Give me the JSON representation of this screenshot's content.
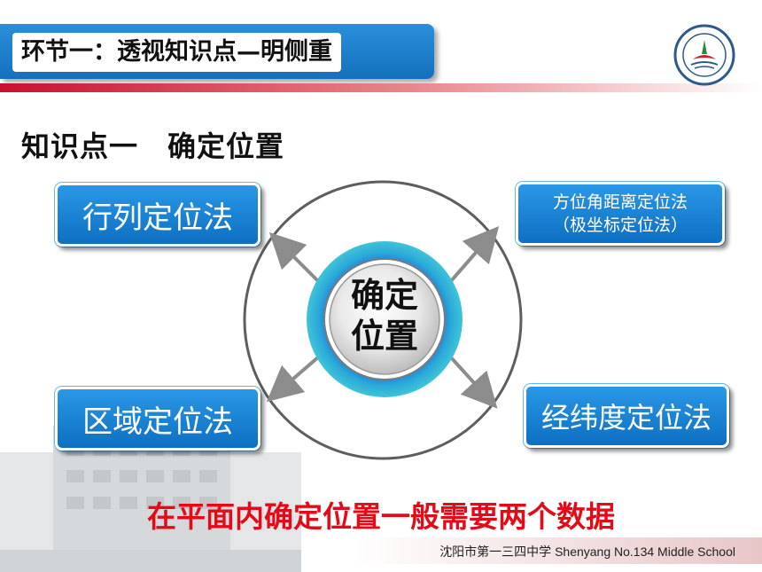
{
  "header": {
    "title": "环节一：透视知识点—明侧重"
  },
  "section": {
    "title": "知识点一　确定位置"
  },
  "diagram": {
    "center_line1": "确定",
    "center_line2": "位置",
    "methods": {
      "top_left": "行列定位法",
      "top_right_line1": "方位角距离定位法",
      "top_right_line2": "（极坐标定位法）",
      "bottom_left": "区域定位法",
      "bottom_right": "经纬度定位法"
    }
  },
  "conclusion": "在平面内确定位置一般需要两个数据",
  "footer": {
    "school": "沈阳市第一三四中学 Shenyang No.134 Middle School"
  },
  "colors": {
    "accent": "#1a7fd4",
    "red": "#e30b17"
  }
}
